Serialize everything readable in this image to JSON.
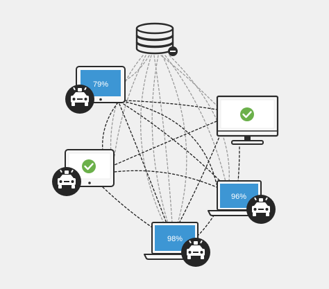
{
  "colors": {
    "background": "#f0f0f0",
    "device_outline": "#2b2b2b",
    "screen_fill": "#3d96d4",
    "screen_text": "#ffffff",
    "check_fill": "#6bb04a",
    "badge_fill": "#262626",
    "link_dark": "#1f1f1f",
    "link_light": "#9a9a9a"
  },
  "icons": {
    "server": "database-server-icon",
    "badge": "police-car-icon",
    "status_ok": "check-circle-icon",
    "remove": "minus-circle-icon"
  },
  "devices": {
    "tablet_top": {
      "readout": "79%"
    },
    "monitor": {
      "status": "ok"
    },
    "tablet_left": {
      "status": "ok"
    },
    "laptop_right": {
      "readout": "96%"
    },
    "laptop_bottom": {
      "readout": "98%"
    }
  }
}
